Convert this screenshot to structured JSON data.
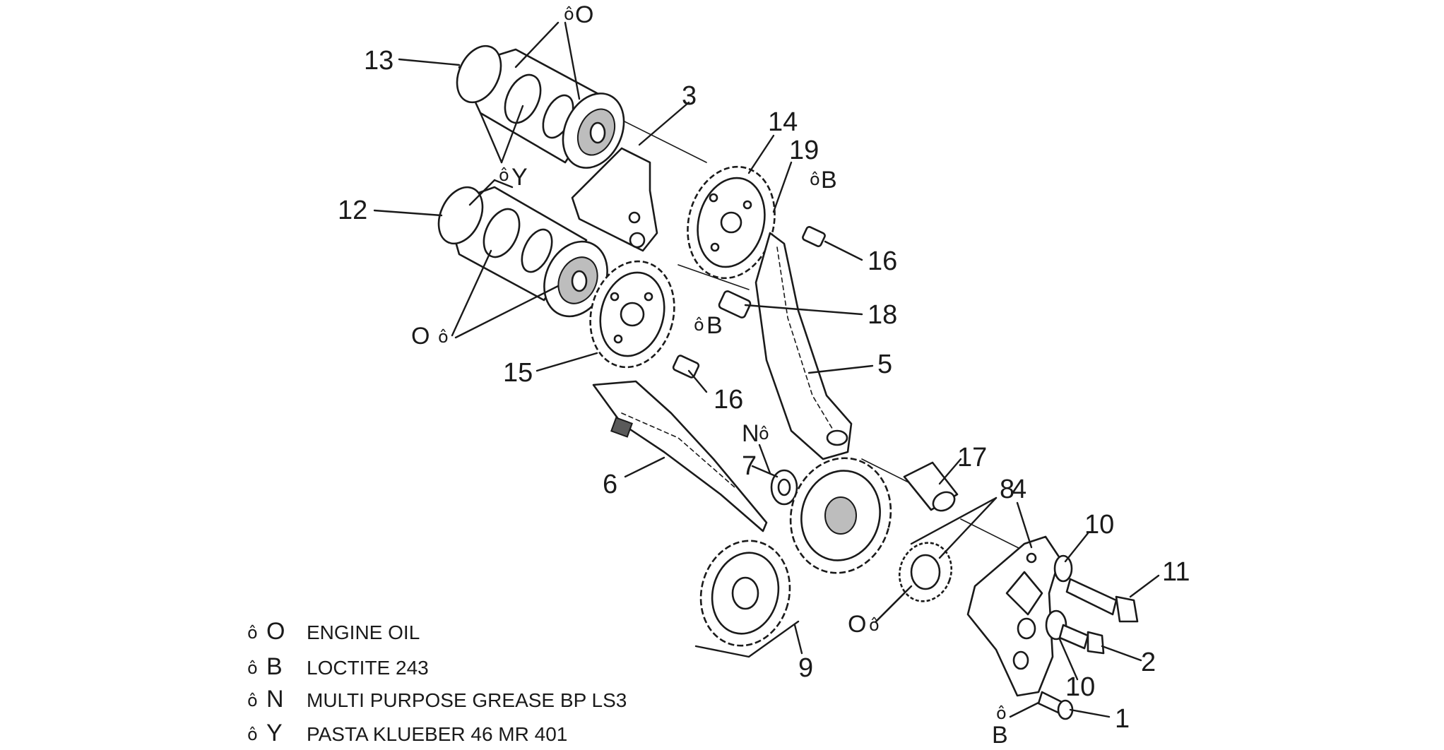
{
  "callouts": {
    "n1": "1",
    "n2": "2",
    "n3": "3",
    "n4": "4",
    "n5": "5",
    "n6": "6",
    "n7": "7",
    "n8": "8",
    "n9": "9",
    "n10a": "10",
    "n10b": "10",
    "n11": "11",
    "n12": "12",
    "n13": "13",
    "n14": "14",
    "n15": "15",
    "n16a": "16",
    "n16b": "16",
    "n17": "17",
    "n18": "18",
    "n19": "19"
  },
  "markers": {
    "o_top": "O",
    "y_mid": "Y",
    "o_left": "O",
    "b_upper": "B",
    "b_mid": "B",
    "n_mid": "N",
    "o_bottom": "O",
    "b_bottom": "B"
  },
  "drop_glyph": "ô",
  "legend": [
    {
      "symbol": "O",
      "label": "ENGINE OIL"
    },
    {
      "symbol": "B",
      "label": "LOCTITE 243"
    },
    {
      "symbol": "N",
      "label": "MULTI PURPOSE GREASE BP LS3"
    },
    {
      "symbol": "Y",
      "label": "PASTA KLUEBER 46 MR 401"
    }
  ]
}
